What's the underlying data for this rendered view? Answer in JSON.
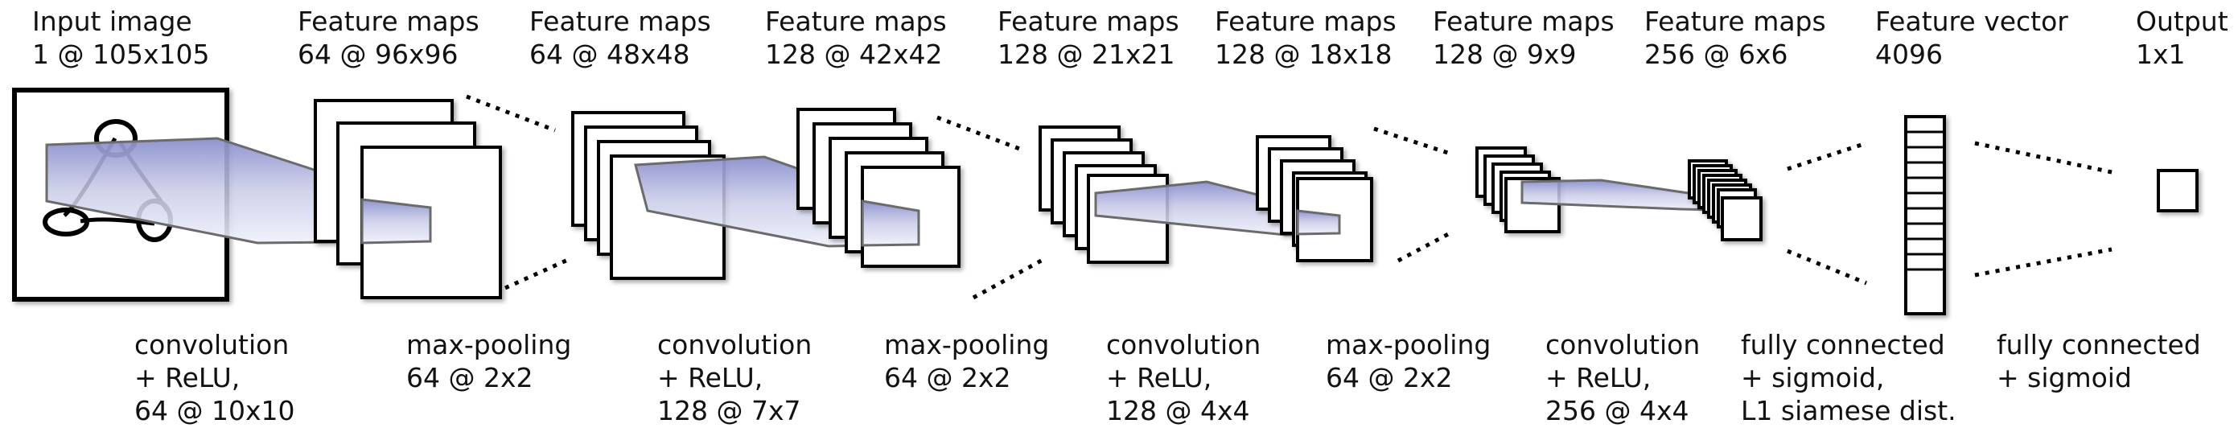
{
  "layers": [
    {
      "title": "Input image",
      "size": "1 @ 105x105"
    },
    {
      "title": "Feature maps",
      "size": "64 @ 96x96"
    },
    {
      "title": "Feature maps",
      "size": "64 @ 48x48"
    },
    {
      "title": "Feature maps",
      "size": "128 @ 42x42"
    },
    {
      "title": "Feature maps",
      "size": "128 @ 21x21"
    },
    {
      "title": "Feature maps",
      "size": "128 @ 18x18"
    },
    {
      "title": "Feature maps",
      "size": "128 @ 9x9"
    },
    {
      "title": "Feature maps",
      "size": "256 @ 6x6"
    },
    {
      "title": "Feature vector",
      "size": "4096"
    },
    {
      "title": "Output",
      "size": "1x1"
    }
  ],
  "operations": [
    {
      "lines": [
        "convolution",
        "+ ReLU,",
        "64 @ 10x10"
      ]
    },
    {
      "lines": [
        "max-pooling",
        "64 @ 2x2"
      ]
    },
    {
      "lines": [
        "convolution",
        "+ ReLU,",
        "128 @ 7x7"
      ]
    },
    {
      "lines": [
        "max-pooling",
        "64 @ 2x2"
      ]
    },
    {
      "lines": [
        "convolution",
        "+ ReLU,",
        "128 @ 4x4"
      ]
    },
    {
      "lines": [
        "max-pooling",
        "64 @ 2x2"
      ]
    },
    {
      "lines": [
        "convolution",
        "+ ReLU,",
        "256 @ 4x4"
      ]
    },
    {
      "lines": [
        "fully connected",
        "+ sigmoid,",
        "L1 siamese dist."
      ]
    },
    {
      "lines": [
        "fully connected",
        "+ sigmoid"
      ]
    }
  ],
  "colors": {
    "beam": "#8a8fcc",
    "stroke": "#000000",
    "text": "#111111"
  }
}
